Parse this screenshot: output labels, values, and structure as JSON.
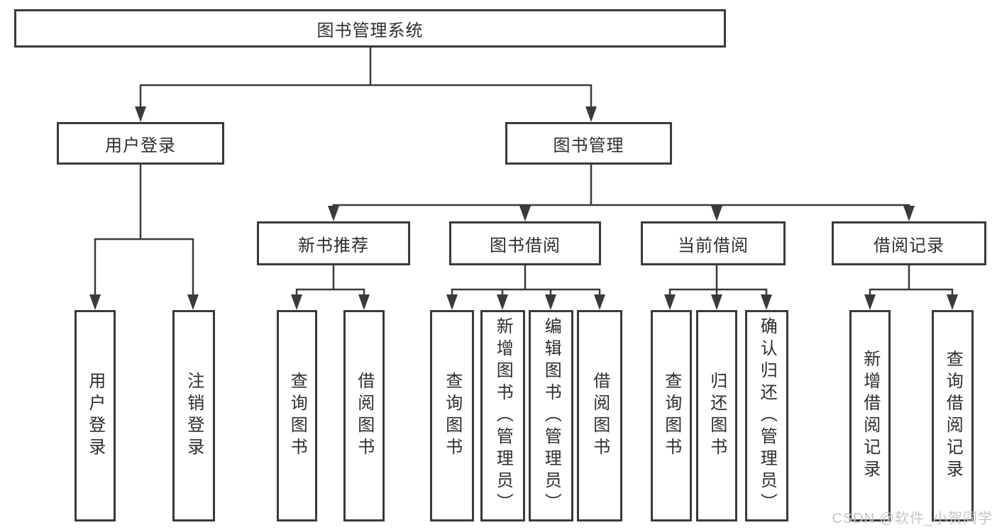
{
  "diagram": {
    "title": "图书管理系统",
    "root": "图书管理系统",
    "branches": [
      {
        "label": "用户登录",
        "leaves": [
          "用户登录",
          "注销登录"
        ]
      },
      {
        "label": "图书管理",
        "children": [
          {
            "label": "新书推荐",
            "leaves": [
              "查询图书",
              "借阅图书"
            ]
          },
          {
            "label": "图书借阅",
            "leaves": [
              "查询图书",
              "新增图书（管理员）",
              "编辑图书（管理员）",
              "借阅图书"
            ]
          },
          {
            "label": "当前借阅",
            "leaves": [
              "查询图书",
              "归还图书",
              "确认归还（管理员）"
            ]
          },
          {
            "label": "借阅记录",
            "leaves": [
              "新增借阅记录",
              "查询借阅记录"
            ]
          }
        ]
      }
    ]
  },
  "watermark": "CSDN @软件_小贺同学",
  "colors": {
    "line": "#3a3a3a",
    "text": "#2d2d2d",
    "box_background": "#ffffff",
    "watermark": "#c2c5cb"
  }
}
